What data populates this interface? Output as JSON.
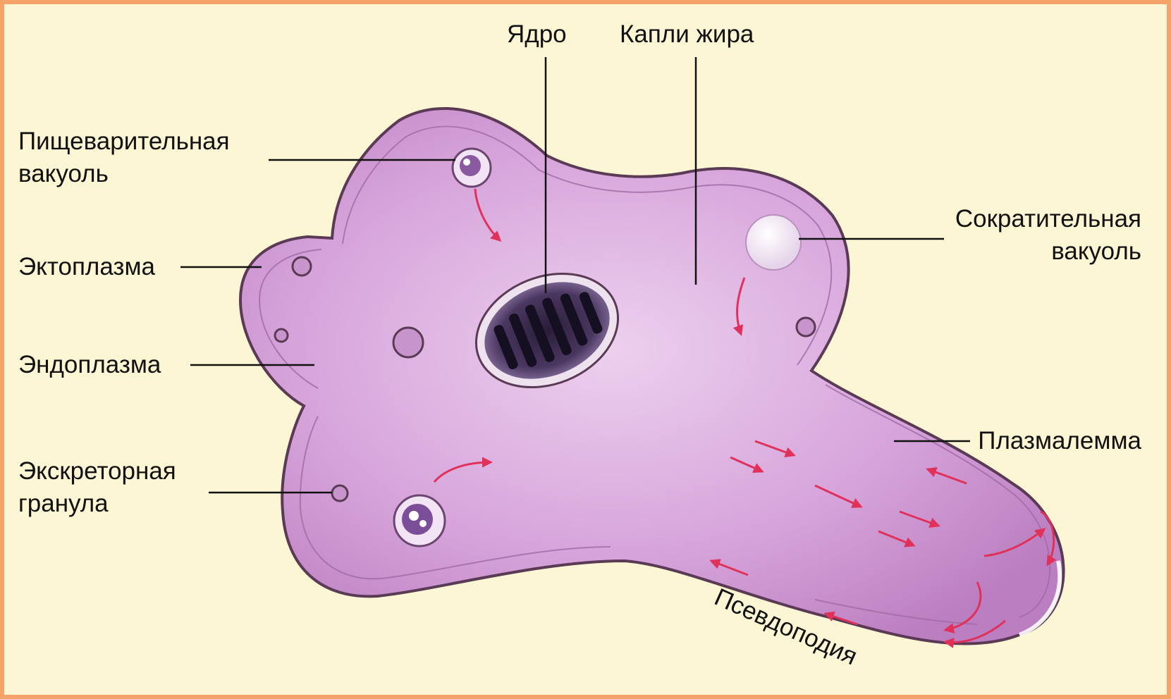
{
  "labels": {
    "nucleus": "Ядро",
    "fat_drops": "Капли жира",
    "digestive_vacuole": [
      "Пищеварительная",
      "вакуоль"
    ],
    "contractile_vacuole": [
      "Сократительная",
      "вакуоль"
    ],
    "ectoplasm": "Эктоплазма",
    "endoplasm": "Эндоплазма",
    "excretory_granule": [
      "Экскреторная",
      "гранула"
    ],
    "plasmalemma": "Плазмалемма",
    "pseudopodium": "Псевдоподия"
  },
  "colors": {
    "background": "#fdf6d4",
    "border": "#f5a36a",
    "cytoplasm": "#d9a8dc",
    "ectoplasm": "#c386c8",
    "membrane": "#5a3a55",
    "nucleus": "#3c2a4a",
    "arrow": "#e0315a",
    "leader_line": "#111111"
  }
}
